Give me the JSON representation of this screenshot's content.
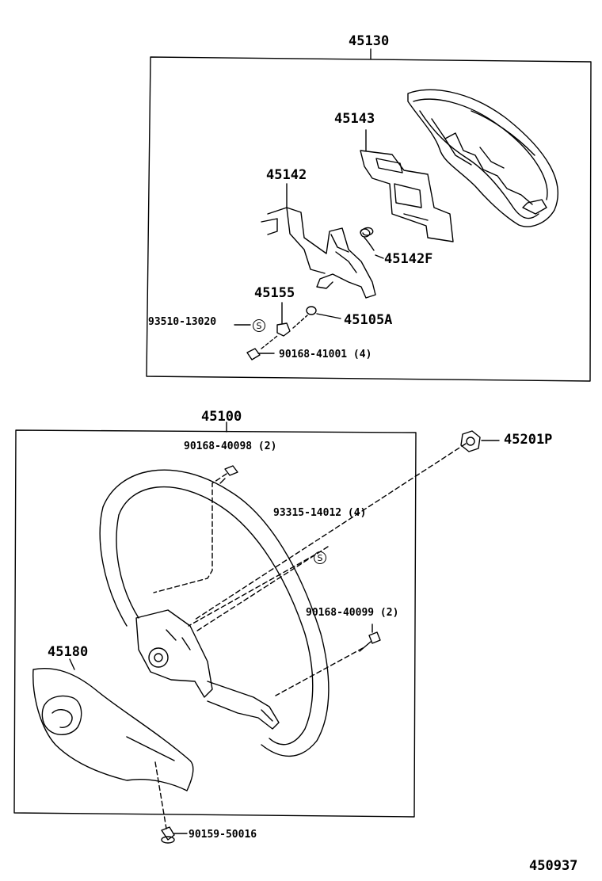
{
  "groups": {
    "pad_assembly": "45130",
    "wheel_assembly": "45100"
  },
  "parts": {
    "p45143": "45143",
    "p45142": "45142",
    "p45142F": "45142F",
    "p45155": "45155",
    "p45105A": "45105A",
    "p93510": "93510-13020",
    "p90168_41001": "90168-41001 (4)",
    "p90168_40098": "90168-40098 (2)",
    "p45201P": "45201P",
    "p93315": "93315-14012 (4)",
    "p90168_40099": "90168-40099 (2)",
    "p45180": "45180",
    "p90159": "90159-50016"
  },
  "symbols": {
    "s_mark": "S"
  },
  "diagram_id": "450937"
}
